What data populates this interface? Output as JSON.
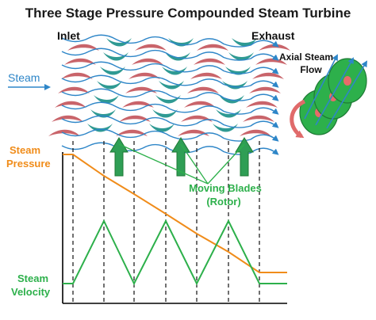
{
  "title": "Three Stage Pressure Compounded  Steam Turbine",
  "labels": {
    "inlet": "Inlet",
    "exhaust": "Exhaust",
    "steam": "Steam",
    "axial_steam_flow_line1": "Axial Steam",
    "axial_steam_flow_line2": "Flow",
    "steam_pressure_line1": "Steam",
    "steam_pressure_line2": "Pressure",
    "moving_blades_line1": "Moving Blades",
    "moving_blades_line2": "(Rotor)",
    "steam_velocity_line1": "Steam",
    "steam_velocity_line2": "Velocity"
  },
  "colors": {
    "title": "#1a1a1a",
    "steam_flow": "#2e86c8",
    "fixed_blade": "#c9646a",
    "moving_blade": "#2f9a93",
    "pressure_curve": "#f08c1a",
    "velocity_curve": "#2db04b",
    "rotor_arrow": "#2f9e55",
    "rotor_disc": "#2db04b",
    "rotor_hub": "#e86a6a",
    "rotation_arrow": "#e06a6a",
    "axis": "#000000"
  },
  "stages": 3
}
